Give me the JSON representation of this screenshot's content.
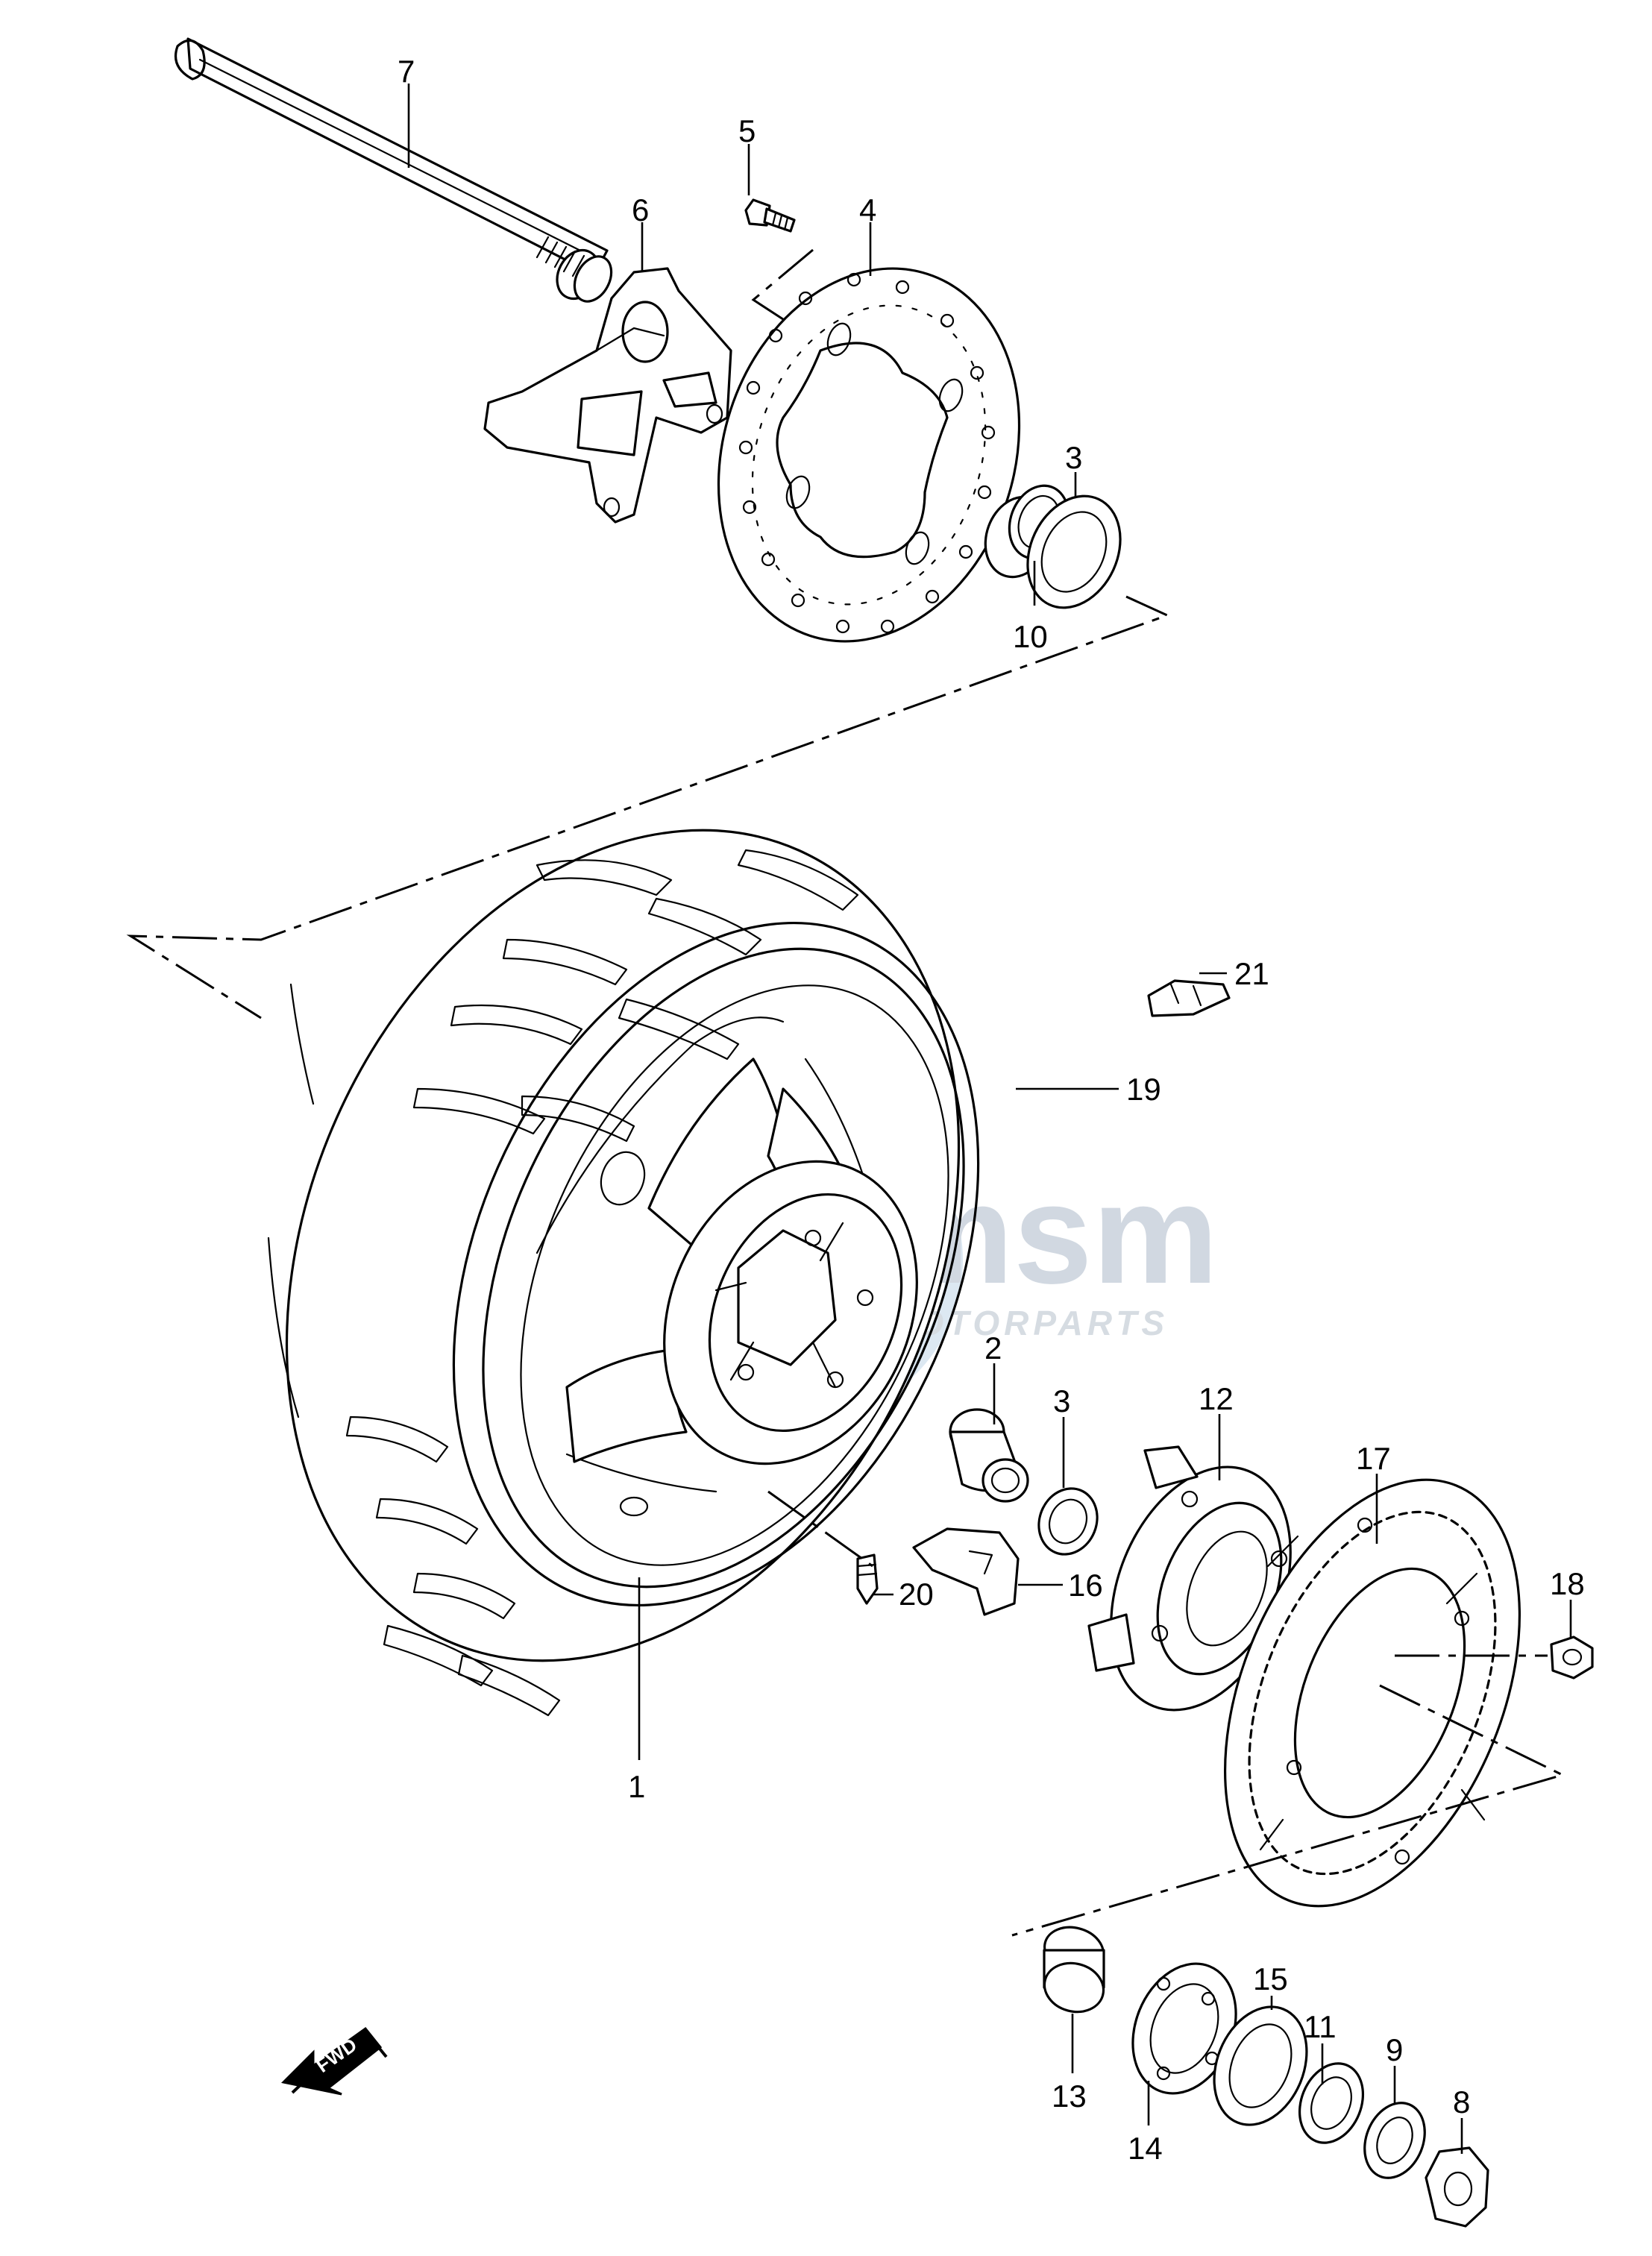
{
  "watermark": {
    "brand": "msm",
    "tagline": "MOTORPARTS"
  },
  "direction_marker": {
    "label": "FWD",
    "icon": "forward-arrow-icon"
  },
  "callouts": [
    {
      "id": "label-1",
      "text": "1"
    },
    {
      "id": "label-2",
      "text": "2"
    },
    {
      "id": "label-3a",
      "text": "3"
    },
    {
      "id": "label-3b",
      "text": "3"
    },
    {
      "id": "label-4",
      "text": "4"
    },
    {
      "id": "label-5",
      "text": "5"
    },
    {
      "id": "label-6",
      "text": "6"
    },
    {
      "id": "label-7",
      "text": "7"
    },
    {
      "id": "label-8",
      "text": "8"
    },
    {
      "id": "label-9",
      "text": "9"
    },
    {
      "id": "label-10",
      "text": "10"
    },
    {
      "id": "label-11",
      "text": "11"
    },
    {
      "id": "label-12",
      "text": "12"
    },
    {
      "id": "label-13",
      "text": "13"
    },
    {
      "id": "label-14",
      "text": "14"
    },
    {
      "id": "label-15",
      "text": "15"
    },
    {
      "id": "label-16",
      "text": "16"
    },
    {
      "id": "label-17",
      "text": "17"
    },
    {
      "id": "label-18",
      "text": "18"
    },
    {
      "id": "label-19",
      "text": "19"
    },
    {
      "id": "label-20",
      "text": "20"
    },
    {
      "id": "label-21",
      "text": "21"
    }
  ]
}
